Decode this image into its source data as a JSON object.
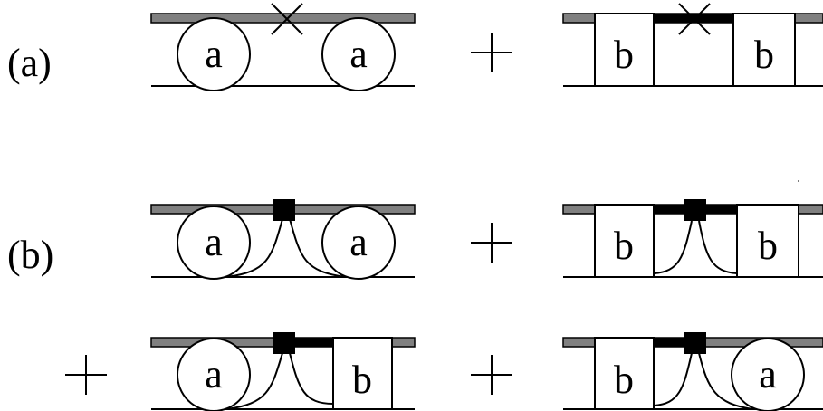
{
  "labels": {
    "a": "(a)",
    "b": "(b)"
  },
  "symbols": {
    "plus": "+"
  },
  "letters": {
    "row_a_d1_left": "a",
    "row_a_d1_right": "a",
    "row_a_d2_left": "b",
    "row_a_d2_right": "b",
    "row_b1_d1_left": "a",
    "row_b1_d1_right": "a",
    "row_b1_d2_left": "b",
    "row_b1_d2_right": "b",
    "row_b2_d1_left": "a",
    "row_b2_d1_right": "b",
    "row_b2_d2_left": "b",
    "row_b2_d2_right": "a"
  }
}
